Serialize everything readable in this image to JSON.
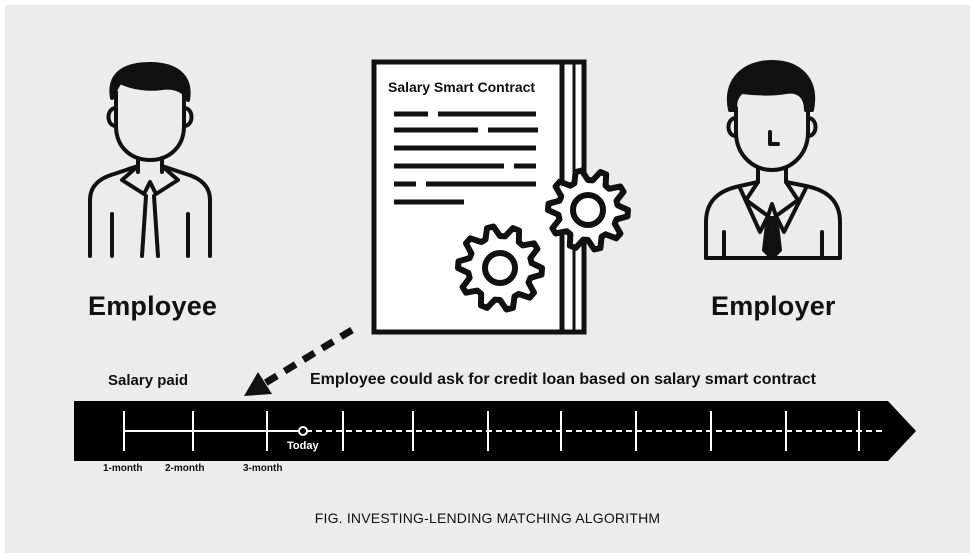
{
  "employee": {
    "label": "Employee"
  },
  "employer": {
    "label": "Employer"
  },
  "contract": {
    "title": "Salary Smart Contract"
  },
  "timeline": {
    "salary_paid_label": "Salary paid",
    "note": "Employee could ask for credit loan based on salary smart contract",
    "today_label": "Today",
    "month_labels": [
      "1-month",
      "2-month",
      "3-month"
    ]
  },
  "caption": "FIG. INVESTING-LENDING MATCHING ALGORITHM",
  "colors": {
    "background": "#ececec",
    "ink": "#111111",
    "timeline_bar": "#000000",
    "timeline_marks": "#ffffff"
  }
}
